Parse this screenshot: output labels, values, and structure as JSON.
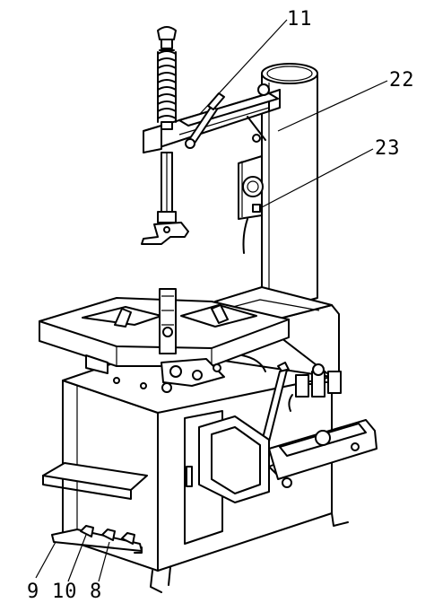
{
  "diagram": {
    "callouts": [
      {
        "id": "11",
        "label": "11"
      },
      {
        "id": "22",
        "label": "22"
      },
      {
        "id": "23",
        "label": "23"
      },
      {
        "id": "9",
        "label": "9"
      },
      {
        "id": "10",
        "label": "10"
      },
      {
        "id": "8",
        "label": "8"
      }
    ]
  }
}
